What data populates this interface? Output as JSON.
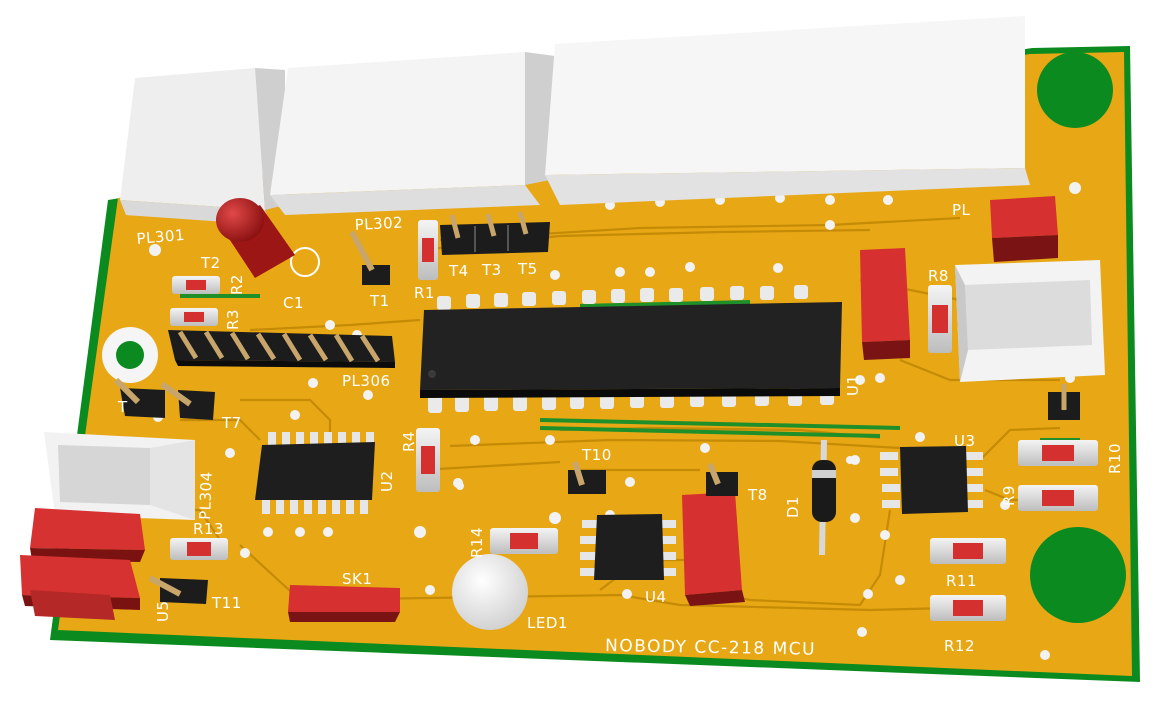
{
  "board": {
    "title": "NOBODY  CC-218  MCU"
  },
  "labels": {
    "pl301": "PL301",
    "pl302": "PL302",
    "pl306": "PL306",
    "pl304": "PL304",
    "pl": "PL",
    "c1": "C1",
    "t1": "T1",
    "t2": "T2",
    "t3": "T3",
    "t4": "T4",
    "t5": "T5",
    "t6": "T",
    "t7": "T7",
    "t8": "T8",
    "t10": "T10",
    "t11": "T11",
    "r1": "R1",
    "r2": "R2",
    "r3": "R3",
    "r4": "R4",
    "r8": "R8",
    "r9": "R9",
    "r10": "R10",
    "r11": "R11",
    "r12": "R12",
    "r13": "R13",
    "r14": "R14",
    "u1": "U1",
    "u2": "U2",
    "u3": "U3",
    "u4": "U4",
    "u5": "U5",
    "d1": "D1",
    "sk1": "SK1",
    "led1": "LED1"
  },
  "colors": {
    "pcb_edge": "#0b8a1f",
    "pcb_face": "#e8a815",
    "trace": "#c98e08",
    "silkscreen": "#ffffff",
    "ic_body": "#1a1a1a",
    "red_part": "#d83030",
    "connector": "#f2f2f2"
  }
}
